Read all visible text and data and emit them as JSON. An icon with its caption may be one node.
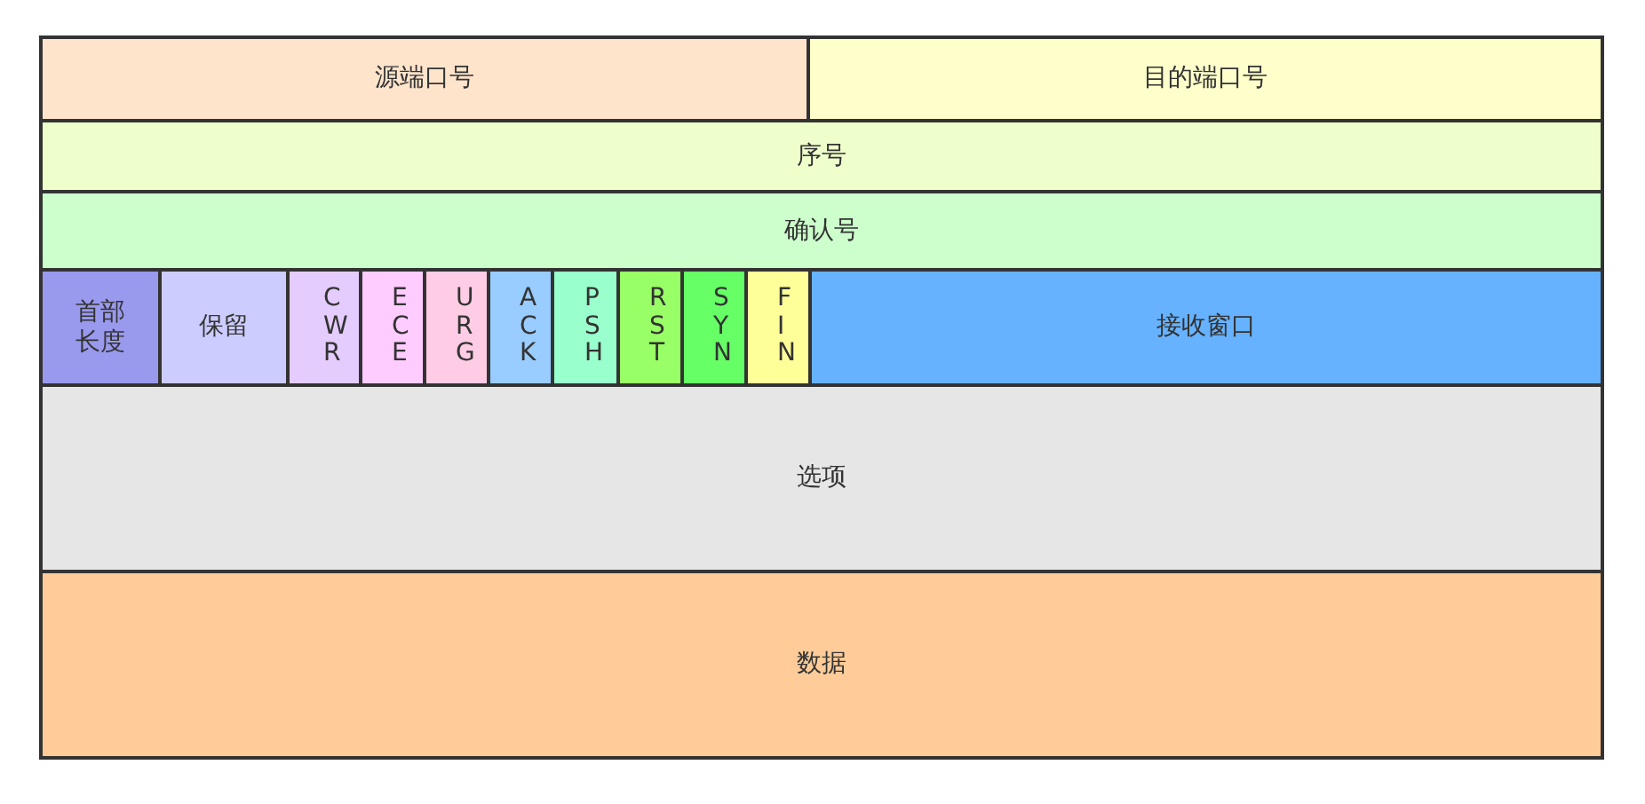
{
  "diagram": {
    "nodes": [
      {
        "text": [
          "源端口号"
        ]
      },
      {
        "text": [
          "目的端口号"
        ]
      },
      {
        "text": [
          "序号"
        ]
      },
      {
        "text": [
          "确认号"
        ]
      },
      {
        "text": [
          "首部长度"
        ]
      },
      {
        "text": [
          "保留"
        ]
      },
      {
        "text": [
          "CWR"
        ]
      },
      {
        "text": [
          "ECE"
        ]
      },
      {
        "text": [
          "URG"
        ]
      },
      {
        "text": [
          "ACK"
        ]
      },
      {
        "text": [
          "PSH"
        ]
      },
      {
        "text": [
          "RST"
        ]
      },
      {
        "text": [
          "SYN"
        ]
      },
      {
        "text": [
          "FIN"
        ]
      },
      {
        "text": [
          "接收窗口"
        ]
      },
      {
        "text": [
          "选项"
        ]
      },
      {
        "text": [
          "数据"
        ]
      }
    ]
  }
}
